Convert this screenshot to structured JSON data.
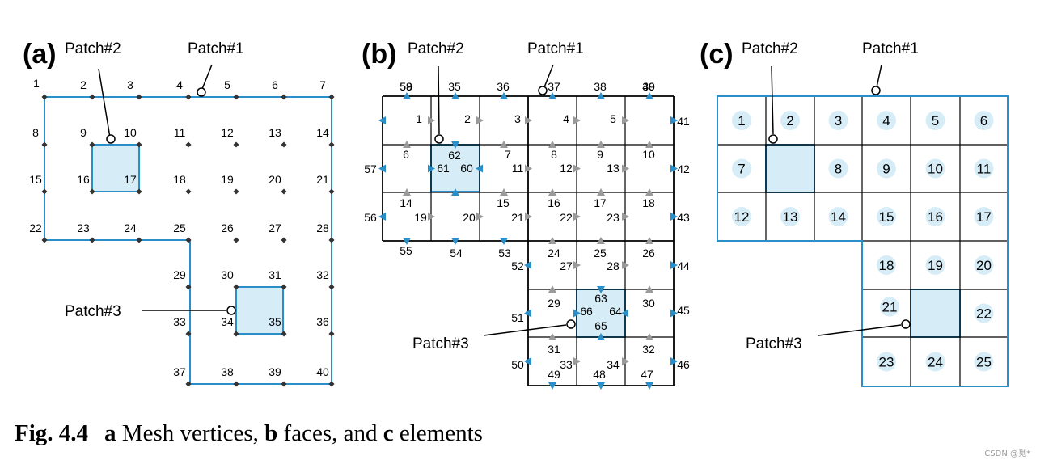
{
  "panels": [
    {
      "id": "a",
      "letter": "(a)",
      "patch_labels": [
        "Patch#2",
        "Patch#1",
        "Patch#3"
      ],
      "vertex_labels": [
        "1",
        "2",
        "3",
        "4",
        "5",
        "6",
        "7",
        "8",
        "9",
        "10",
        "11",
        "12",
        "13",
        "14",
        "15",
        "16",
        "17",
        "18",
        "19",
        "20",
        "21",
        "22",
        "23",
        "24",
        "25",
        "26",
        "27",
        "28",
        "29",
        "30",
        "31",
        "32",
        "33",
        "34",
        "35",
        "36",
        "37",
        "38",
        "39",
        "40"
      ]
    },
    {
      "id": "b",
      "letter": "(b)",
      "patch_labels": [
        "Patch#2",
        "Patch#1",
        "Patch#3"
      ],
      "face_labels": [
        "1",
        "2",
        "3",
        "4",
        "5",
        "6",
        "7",
        "8",
        "9",
        "10",
        "11",
        "12",
        "13",
        "14",
        "15",
        "16",
        "17",
        "18",
        "19",
        "20",
        "21",
        "22",
        "23",
        "24",
        "25",
        "26",
        "27",
        "28",
        "29",
        "30",
        "31",
        "32",
        "33",
        "34",
        "35",
        "36",
        "37",
        "38",
        "39",
        "40",
        "41",
        "42",
        "43",
        "44",
        "45",
        "46",
        "47",
        "48",
        "49",
        "50",
        "51",
        "52",
        "53",
        "54",
        "55",
        "56",
        "57",
        "58",
        "59",
        "60",
        "61",
        "62",
        "63",
        "64",
        "65",
        "66"
      ]
    },
    {
      "id": "c",
      "letter": "(c)",
      "patch_labels": [
        "Patch#2",
        "Patch#1",
        "Patch#3"
      ],
      "element_labels": [
        "1",
        "2",
        "3",
        "4",
        "5",
        "6",
        "7",
        "8",
        "9",
        "10",
        "11",
        "12",
        "13",
        "14",
        "15",
        "16",
        "17",
        "18",
        "19",
        "20",
        "21",
        "22",
        "23",
        "24",
        "25"
      ]
    }
  ],
  "caption": {
    "figure_label": "Fig. 4.4",
    "a_letter": "a",
    "a_text": " Mesh vertices, ",
    "b_letter": "b",
    "b_text": " faces, and ",
    "c_letter": "c",
    "c_text": " elements"
  },
  "watermark": "CSDN @觅*",
  "colors": {
    "boundary_blue": "#2a8fc8",
    "patch_fill": "#d6edf7",
    "label_bubble": "#d6edf7",
    "mesh_line": "#000000",
    "inner_arrow_gray": "#9a9a9a",
    "vertex_dot": "#333333"
  }
}
